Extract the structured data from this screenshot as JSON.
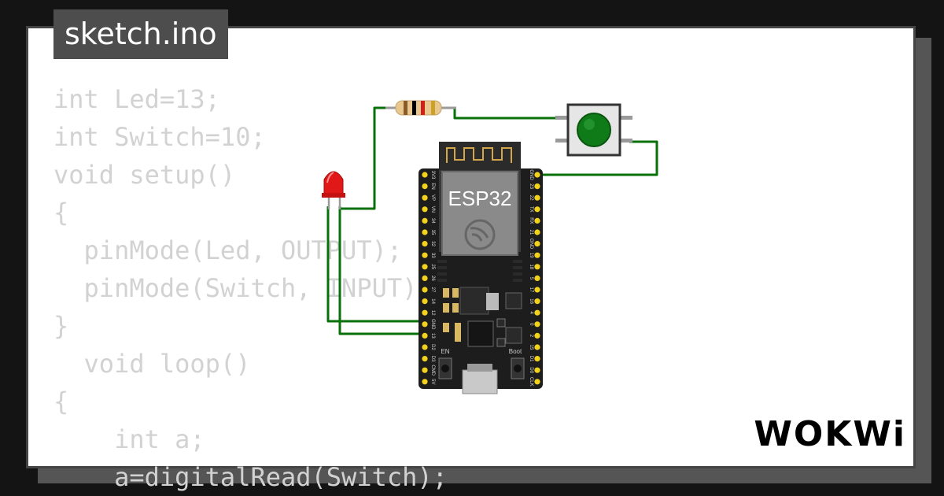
{
  "file_tab": {
    "label": "sketch.ino"
  },
  "code_lines": [
    "int Led=13;",
    "int Switch=10;",
    "void setup()",
    "{",
    "  pinMode(Led, OUTPUT);",
    "  pinMode(Switch, INPUT);",
    "}",
    "  void loop()",
    "{",
    "    int a;",
    "    a=digitalRead(Switch);"
  ],
  "board": {
    "chip_label": "ESP32",
    "en_label": "EN",
    "boot_label": "Boot",
    "left_pins": [
      "3V3",
      "EN",
      "VP",
      "VN",
      "34",
      "35",
      "32",
      "33",
      "25",
      "26",
      "27",
      "14",
      "12",
      "GND",
      "13",
      "D2",
      "D3",
      "CMD",
      "5V"
    ],
    "right_pins": [
      "GND",
      "23",
      "22",
      "TX",
      "RX",
      "21",
      "GND",
      "19",
      "18",
      "5",
      "17",
      "16",
      "4",
      "0",
      "2",
      "15",
      "D1",
      "D0",
      "CLK"
    ]
  },
  "components": {
    "led": {
      "color": "red"
    },
    "resistor": {
      "bands": [
        "#8b5a2b",
        "#000000",
        "#d0201a",
        "#c9a227"
      ]
    },
    "pushbutton": {
      "color": "green"
    }
  },
  "colors": {
    "wire": "#087008",
    "background": "#141414",
    "card": "#ffffff",
    "tab": "#4d4d4d"
  },
  "brand": {
    "logo": "WOKWi"
  }
}
